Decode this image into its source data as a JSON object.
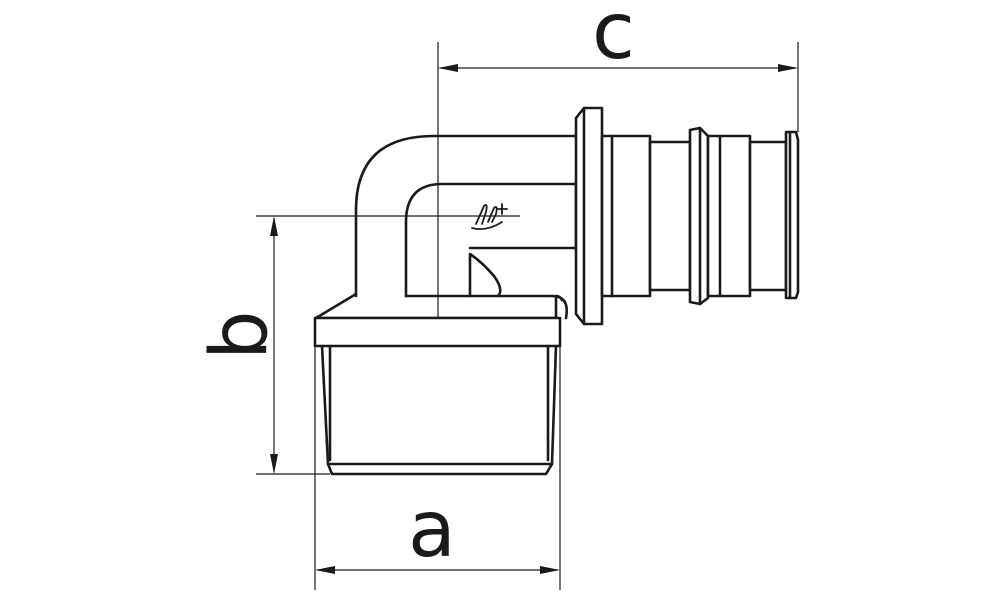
{
  "dimensions": {
    "a": "a",
    "b": "b",
    "c": "c"
  },
  "colors": {
    "line": "#1a1a1a",
    "background": "#ffffff"
  },
  "icons": {
    "brand_mark": "brand-logo-icon"
  }
}
